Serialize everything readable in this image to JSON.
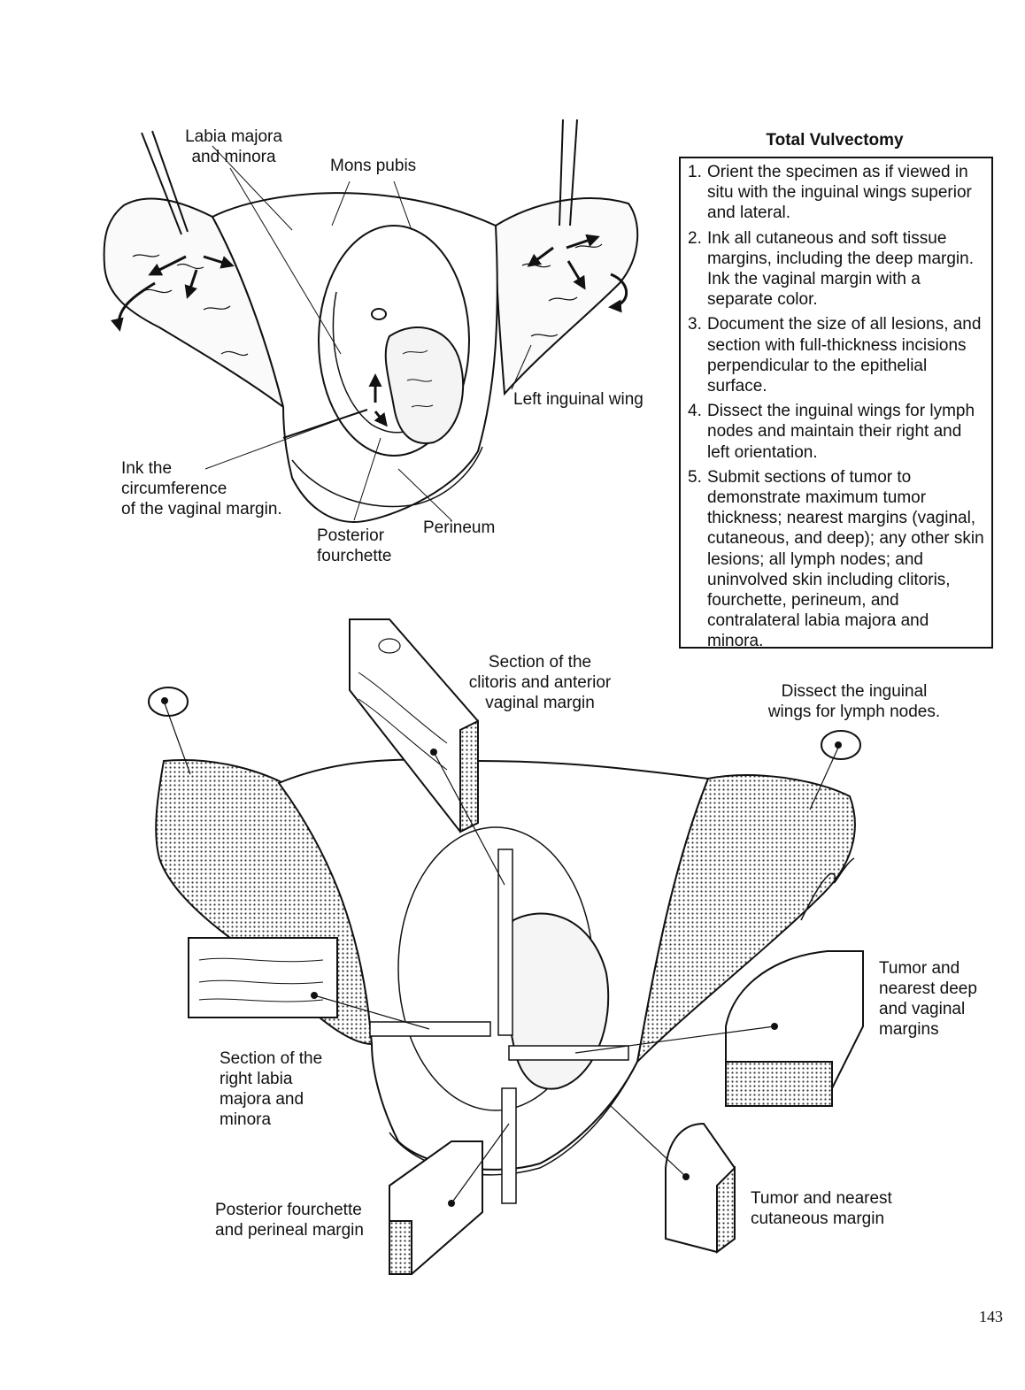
{
  "box": {
    "title": "Total Vulvectomy",
    "steps": [
      {
        "num": "1.",
        "text": "Orient the specimen as if viewed in situ with the inguinal wings superior and lateral."
      },
      {
        "num": "2.",
        "text": "Ink all cutaneous and soft tissue margins, including the deep margin. Ink the vaginal margin with a separate color."
      },
      {
        "num": "3.",
        "text": "Document the size of all lesions, and section with full-thickness incisions perpendicular to the epithelial surface."
      },
      {
        "num": "4.",
        "text": "Dissect the inguinal wings for lymph nodes and maintain their right and left orientation."
      },
      {
        "num": "5.",
        "text": "Submit sections of tumor to demonstrate maximum tumor thickness; nearest margins (vaginal, cutaneous, and deep); any other skin lesions; all lymph nodes; and uninvolved skin including clitoris, fourchette, perineum, and contralateral labia majora and minora."
      }
    ]
  },
  "top_labels": {
    "labia": "Labia majora\nand minora",
    "mons": "Mons pubis",
    "left_wing": "Left inguinal wing",
    "ink": "Ink the\ncircumference\nof the vaginal margin.",
    "fourchette": "Posterior\nfourchette",
    "perineum": "Perineum"
  },
  "bottom_labels": {
    "clitoris": "Section of the\nclitoris and anterior\nvaginal margin",
    "nodes": "Dissect the inguinal\nwings for lymph nodes.",
    "tumor_deep": "Tumor and\nnearest deep\nand vaginal\nmargins",
    "right_labia": "Section of the\nright labia\nmajora and\nminora",
    "fourchette_margin": "Posterior fourchette\nand perineal margin",
    "tumor_cutaneous": "Tumor and nearest\ncutaneous margin"
  },
  "page_number": "143",
  "colors": {
    "ink": "#111111",
    "stipple": "#bdbdbd"
  }
}
